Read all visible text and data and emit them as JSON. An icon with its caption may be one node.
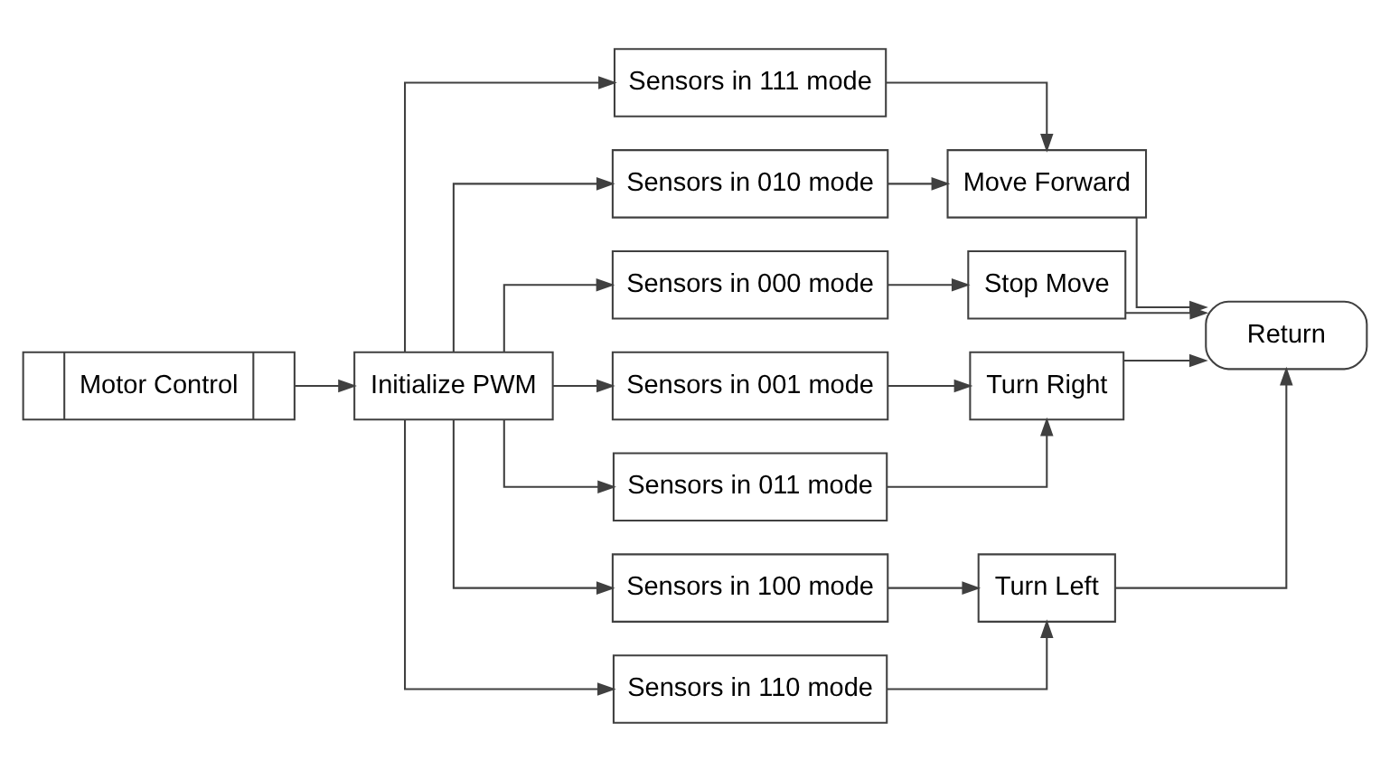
{
  "diagram": {
    "nodes": [
      {
        "text": [
          "Motor Control"
        ]
      },
      {
        "text": [
          "Initialize PWM"
        ]
      },
      {
        "text": [
          "Sensors in 111 mode"
        ]
      },
      {
        "text": [
          "Sensors in 010 mode"
        ]
      },
      {
        "text": [
          "Move Forward"
        ]
      },
      {
        "text": [
          "Sensors in 000 mode"
        ]
      },
      {
        "text": [
          "Sensors in 001 mode"
        ]
      },
      {
        "text": [
          "Sensors in 011 mode"
        ]
      },
      {
        "text": [
          "Sensors in 100 mode"
        ]
      },
      {
        "text": [
          "Sensors in 110 mode"
        ]
      },
      {
        "text": [
          "Stop Move"
        ]
      },
      {
        "text": [
          "Turn Right"
        ]
      },
      {
        "text": [
          "Turn Left"
        ]
      },
      {
        "text": [
          "Return"
        ]
      }
    ],
    "edges": [
      {
        "from": 0,
        "to": 1,
        "arrow": "to"
      },
      {
        "from": 1,
        "to": 2,
        "arrow": "to"
      },
      {
        "from": 1,
        "to": 3,
        "arrow": "to"
      },
      {
        "from": 2,
        "to": 4,
        "arrow": "to"
      },
      {
        "from": 3,
        "to": 4,
        "arrow": "to"
      },
      {
        "from": 1,
        "to": 5,
        "arrow": "to"
      },
      {
        "from": 1,
        "to": 6,
        "arrow": "to"
      },
      {
        "from": 1,
        "to": 7,
        "arrow": "to"
      },
      {
        "from": 1,
        "to": 8,
        "arrow": "to"
      },
      {
        "from": 1,
        "to": 9,
        "arrow": "to"
      },
      {
        "from": 5,
        "to": 10,
        "arrow": "to"
      },
      {
        "from": 6,
        "to": 11,
        "arrow": "to"
      },
      {
        "from": 7,
        "to": 11,
        "arrow": "to"
      },
      {
        "from": 8,
        "to": 12,
        "arrow": "to"
      },
      {
        "from": 9,
        "to": 12,
        "arrow": "to"
      },
      {
        "from": 10,
        "to": 13,
        "arrow": "to"
      },
      {
        "from": 11,
        "to": 13,
        "arrow": "to"
      },
      {
        "from": 12,
        "to": 13,
        "arrow": "to"
      },
      {
        "from": 4,
        "to": 13,
        "arrow": "to"
      }
    ]
  }
}
